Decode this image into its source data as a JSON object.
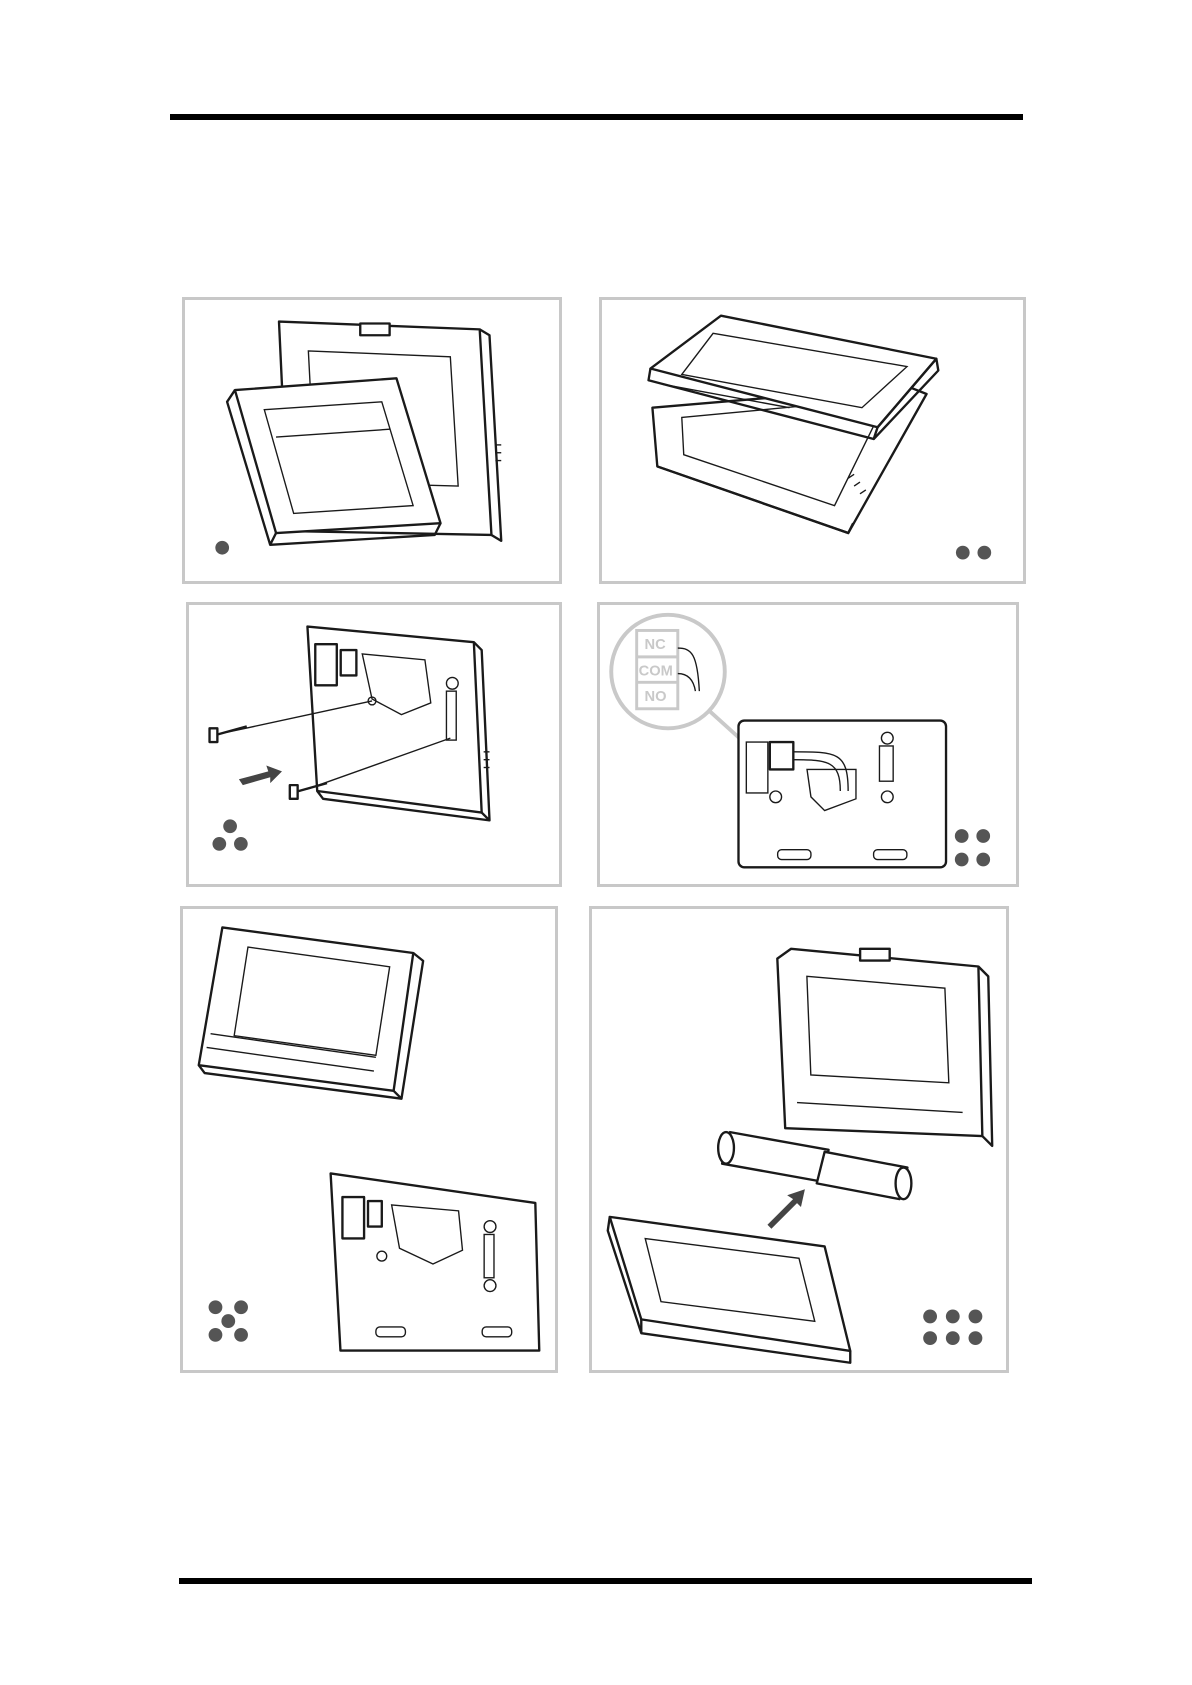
{
  "document": {
    "type": "installation-steps-illustration",
    "steps": [
      {
        "step": 1,
        "dots": 1
      },
      {
        "step": 2,
        "dots": 2
      },
      {
        "step": 3,
        "dots": 3
      },
      {
        "step": 4,
        "dots": 4
      },
      {
        "step": 5,
        "dots": 5
      },
      {
        "step": 6,
        "dots": 6
      }
    ],
    "terminal_labels": [
      "NC",
      "COM",
      "NO"
    ]
  },
  "colors": {
    "rule": "#000000",
    "panel_border": "#c8c8c8",
    "dot": "#555555",
    "label_gray": "#c9c9c9"
  }
}
